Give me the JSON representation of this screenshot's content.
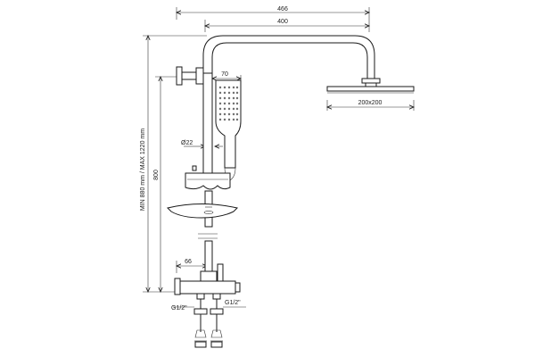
{
  "dimensions": {
    "overall_width": "466",
    "arm_width": "400",
    "handshower_width": "70",
    "rain_head_size": "200x200",
    "bar_diameter": "Ø22",
    "height_800": "800",
    "height_range": "MIN 880 mm / MAX 1220 mm",
    "mixer_offset": "66",
    "inlet_left": "G1/2\"",
    "inlet_right": "G1/2\""
  },
  "colors": {
    "line": "#1a1a1a",
    "background": "#ffffff"
  }
}
